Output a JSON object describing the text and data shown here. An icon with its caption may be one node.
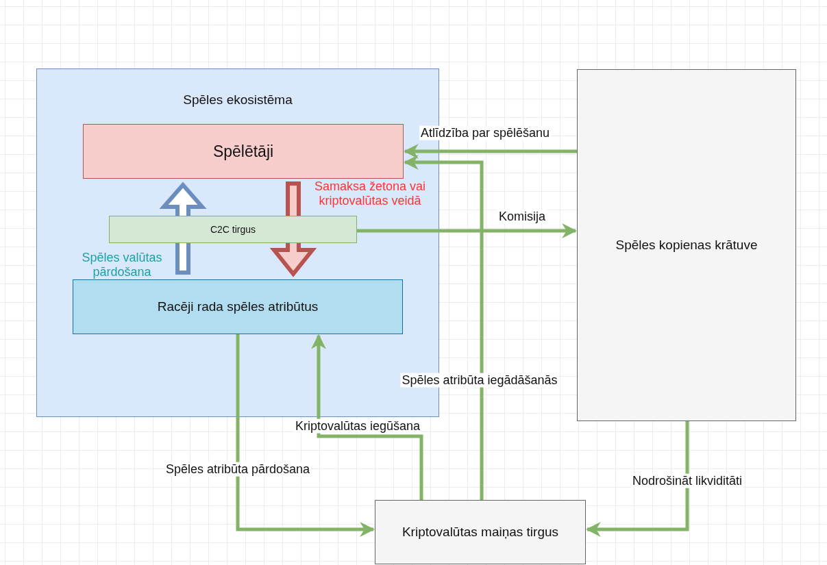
{
  "diagram": {
    "nodes": [
      {
        "text": [
          "Spēles ekosistēma"
        ]
      },
      {
        "text": [
          "Spēlētāji"
        ],
        "in": 0
      },
      {
        "text": [
          "C2C tirgus"
        ],
        "in": 0
      },
      {
        "text": [
          "Racēji rada spēles atribūtus"
        ],
        "in": 0
      },
      {
        "text": [
          "Spēles kopienas krātuve"
        ]
      },
      {
        "text": [
          "Kriptovalūtas maiņas tirgus"
        ]
      }
    ],
    "edges": [
      {
        "from": 4,
        "to": 1,
        "arrow": "to",
        "label": "Atlīdzība par spēlēšanu"
      },
      {
        "from": 5,
        "to": 1,
        "arrow": "to",
        "label": "Spēles atribūta iegādāšanās"
      },
      {
        "from": 2,
        "to": 4,
        "arrow": "to",
        "label": "Komisija"
      },
      {
        "from": 1,
        "to": 3,
        "arrow": "to",
        "label": "Samaksa žetona vai kriptovalūtas veidā",
        "color": "#b85450"
      },
      {
        "from": 3,
        "to": 1,
        "arrow": "to",
        "label": "Spēles valūtas pārdošana",
        "color": "#6c8ebf"
      },
      {
        "from": 3,
        "to": 5,
        "arrow": "to",
        "label": "Spēles atribūta pārdošana"
      },
      {
        "from": 5,
        "to": 3,
        "arrow": "to",
        "label": "Kriptovalūtas iegūšana"
      },
      {
        "from": 4,
        "to": 5,
        "arrow": "to",
        "label": "Nodrošināt likviditāti"
      }
    ]
  }
}
